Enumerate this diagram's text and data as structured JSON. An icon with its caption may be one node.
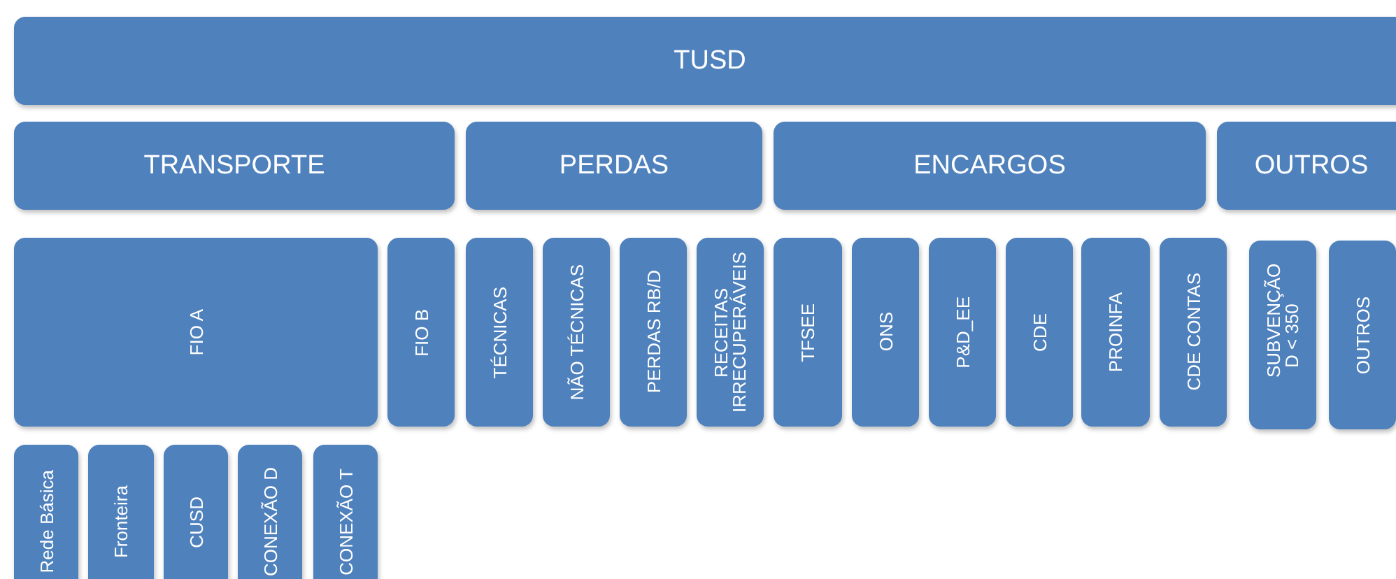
{
  "diagram": {
    "nodes": [
      {
        "text": [
          "TUSD"
        ]
      },
      {
        "text": [
          "TRANSPORTE"
        ]
      },
      {
        "text": [
          "PERDAS"
        ]
      },
      {
        "text": [
          "ENCARGOS"
        ]
      },
      {
        "text": [
          "OUTROS"
        ]
      },
      {
        "text": [
          "FIO A"
        ]
      },
      {
        "text": [
          "FIO B"
        ]
      },
      {
        "text": [
          "TÉCNICAS"
        ]
      },
      {
        "text": [
          "NÃO TÉCNICAS"
        ]
      },
      {
        "text": [
          "PERDAS RB/D"
        ]
      },
      {
        "text": [
          "RECEITAS IRRECUPERÁVEIS"
        ]
      },
      {
        "text": [
          "TFSEE"
        ]
      },
      {
        "text": [
          "ONS"
        ]
      },
      {
        "text": [
          "P&D_EE"
        ]
      },
      {
        "text": [
          "CDE"
        ]
      },
      {
        "text": [
          "PROINFA"
        ]
      },
      {
        "text": [
          "CDE CONTAS"
        ]
      },
      {
        "text": [
          "SUBVENÇÃO D < 350"
        ]
      },
      {
        "text": [
          "OUTROS"
        ]
      },
      {
        "text": [
          "Rede Básica"
        ]
      },
      {
        "text": [
          "Fronteira"
        ]
      },
      {
        "text": [
          "CUSD"
        ]
      },
      {
        "text": [
          "CONEXÃO D"
        ]
      },
      {
        "text": [
          "CONEXÃO T"
        ]
      }
    ]
  }
}
